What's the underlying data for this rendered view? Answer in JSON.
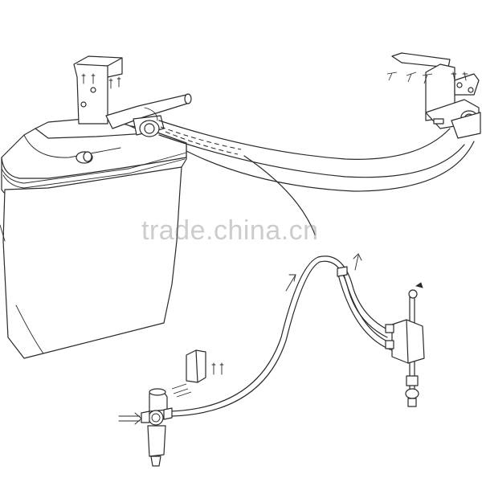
{
  "watermark": {
    "text": "trade.china.cn"
  },
  "colors": {
    "line": "#2a2a2a",
    "background": "#ffffff",
    "watermark": "#787878"
  },
  "parts": [
    {
      "name": "tank-mounting-bracket",
      "icon": "bracket-icon"
    },
    {
      "name": "reservoir-tank",
      "icon": "tank-icon"
    },
    {
      "name": "breather-pipe",
      "icon": "pipe-icon"
    },
    {
      "name": "wall-mounting-bracket",
      "icon": "bracket-icon"
    },
    {
      "name": "flexible-hose",
      "icon": "hose-icon"
    },
    {
      "name": "pressure-switch-valve",
      "icon": "valve-icon"
    },
    {
      "name": "air-filter-regulator",
      "icon": "regulator-icon"
    },
    {
      "name": "regulator-bracket",
      "icon": "bracket-icon"
    },
    {
      "name": "air-tubing",
      "icon": "tube-icon"
    },
    {
      "name": "flow-arrows",
      "icon": "arrow-icon"
    }
  ]
}
